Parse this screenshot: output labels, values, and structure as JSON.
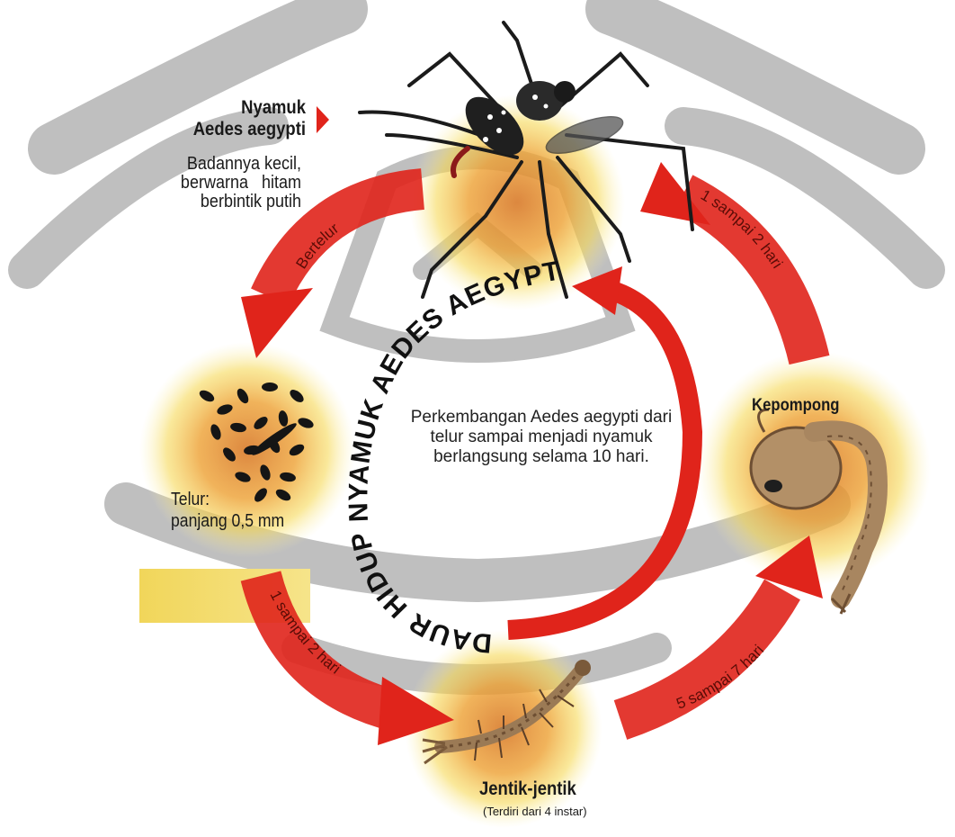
{
  "title": "DAUR HIDUP NYAMUK AEDES AEGYPTI",
  "center_text": "Perkembangan Aedes aegypti dari telur sampai menjadi nyamuk berlangsung selama 10 hari.",
  "stages": {
    "mosquito": {
      "title_line1": "Nyamuk",
      "title_line2": "Aedes aegypti",
      "desc_line1": "Badannya kecil,",
      "desc_line2": "berwarna   hitam",
      "desc_line3": "berbintik putih"
    },
    "egg": {
      "line1": "Telur:",
      "line2": "panjang 0,5 mm"
    },
    "larva": {
      "label": "Jentik-jentik",
      "sublabel": "(Terdiri dari 4 instar)"
    },
    "pupa": {
      "label": "Kepompong"
    }
  },
  "transitions": {
    "mosquito_to_egg": "Bertelur",
    "egg_to_larva": "1 sampai 2 hari",
    "larva_to_pupa": "5 sampai 7 hari",
    "pupa_to_mosquito": "1 sampai 2 hari"
  },
  "colors": {
    "arrow_red": "#e0241b",
    "glow_yellow": "#f2cf35",
    "glow_orange": "#e88a1c",
    "watermark_gray": "#b4b4b4",
    "text_dark": "#1a1a1a"
  }
}
